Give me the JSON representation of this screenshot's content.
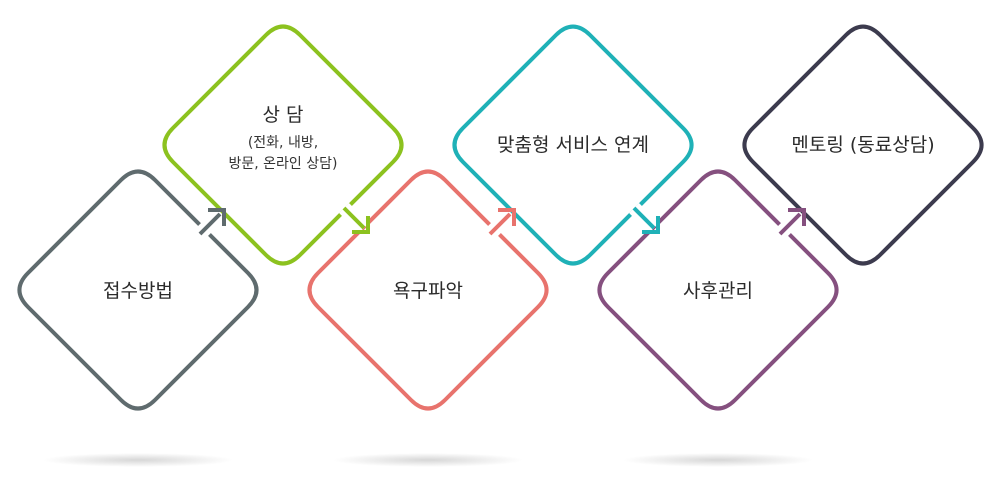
{
  "steps": [
    {
      "label": "접수방법",
      "lines": [],
      "color": "#5f6b6e"
    },
    {
      "label": "상 담",
      "lines": [
        "(전화, 내방,",
        "방문, 온라인 상담)"
      ],
      "color": "#8cc21f"
    },
    {
      "label": "욕구파악",
      "lines": [],
      "color": "#e8736d"
    },
    {
      "label": "맞춤형 서비스 연계",
      "lines": [],
      "color": "#1fb1b7"
    },
    {
      "label": "사후관리",
      "lines": [],
      "color": "#85507f"
    },
    {
      "label": "멘토링 (동료상담)",
      "lines": [],
      "color": "#3c3b4e"
    }
  ]
}
